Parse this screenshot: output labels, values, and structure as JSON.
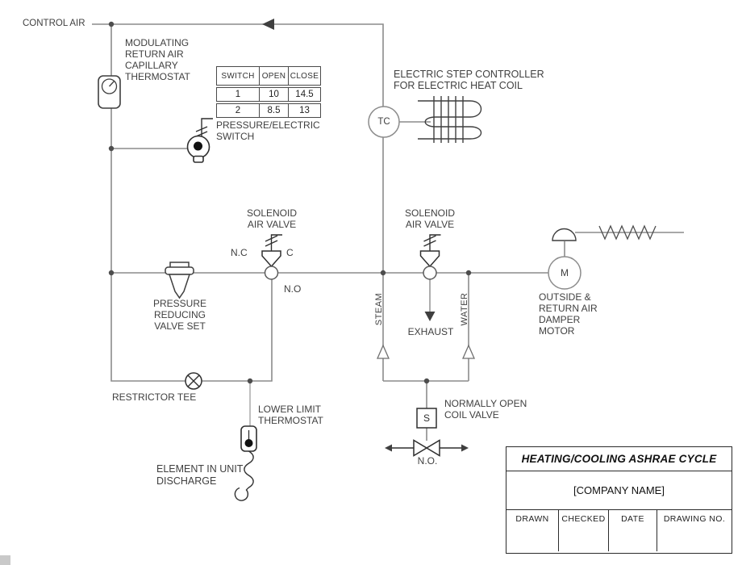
{
  "colors": {
    "line": "#8c8c8c",
    "symbol": "#3f3f3f",
    "text": "#3f3f3f"
  },
  "labels": {
    "control_air": "CONTROL AIR",
    "modulating_thermostat": [
      "MODULATING",
      "RETURN AIR",
      "CAPILLARY",
      "THERMOSTAT"
    ],
    "pressure_electric_switch": [
      "PRESSURE/ELECTRIC",
      "SWITCH"
    ],
    "step_controller": [
      "ELECTRIC STEP CONTROLLER",
      "FOR ELECTRIC HEAT COIL"
    ],
    "tc": "TC",
    "solenoid_air_valve": [
      "SOLENOID",
      "AIR VALVE"
    ],
    "nc": "N.C",
    "c": "C",
    "no": "N.O",
    "pressure_reducing": [
      "PRESSURE",
      "REDUCING",
      "VALVE SET"
    ],
    "steam": "STEAM",
    "water": "WATER",
    "exhaust": "EXHAUST",
    "damper_motor": [
      "OUTSIDE &",
      "RETURN AIR",
      "DAMPER",
      "MOTOR"
    ],
    "m": "M",
    "restrictor_tee": "RESTRICTOR TEE",
    "lower_limit": [
      "LOWER LIMIT",
      "THERMOSTAT"
    ],
    "element_discharge": [
      "ELEMENT IN UNIT",
      "DISCHARGE"
    ],
    "normally_open": [
      "NORMALLY OPEN",
      "COIL VALVE"
    ],
    "s": "S",
    "no_coil": "N.O."
  },
  "switch_table": {
    "headers": [
      "SWITCH",
      "OPEN",
      "CLOSE"
    ],
    "rows": [
      [
        "1",
        "10",
        "14.5"
      ],
      [
        "2",
        "8.5",
        "13"
      ]
    ]
  },
  "title_block": {
    "title": "HEATING/COOLING ASHRAE CYCLE",
    "company": "[COMPANY NAME]",
    "fields": [
      "DRAWN",
      "CHECKED",
      "DATE",
      "DRAWING NO."
    ]
  }
}
